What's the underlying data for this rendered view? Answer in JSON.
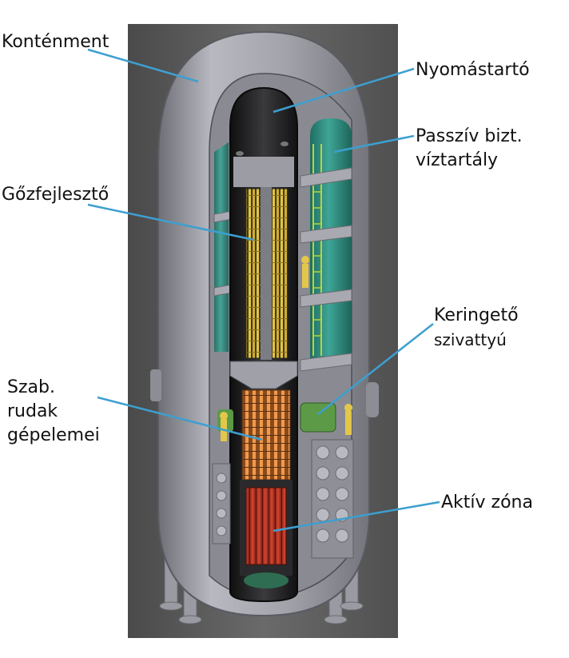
{
  "labels": {
    "kontenment": "Konténment",
    "nyomastarto": "Nyomástartó",
    "passziv_line1": "Passzív bizt.",
    "passziv_line2": "víztartály",
    "gozfejleszto": "Gőzfejlesztő",
    "keringeto_line1": "Keringető",
    "keringeto_line2": "szivattyú",
    "szab_line1": "Szab.",
    "szab_line2": "rudak",
    "szab_line3": "gépelemei",
    "aktiv_zona": "Aktív zóna"
  },
  "colors": {
    "leader_line": "#3d9fd0",
    "backdrop": "#5e5e5e",
    "containment": "#9b9ca3",
    "pressure_vessel": "#1e1e20",
    "steam_generator": "#e6c43a",
    "water_tank": "#2e8c7e",
    "control_rods": "#e58a3a",
    "core": "#c0392b"
  }
}
